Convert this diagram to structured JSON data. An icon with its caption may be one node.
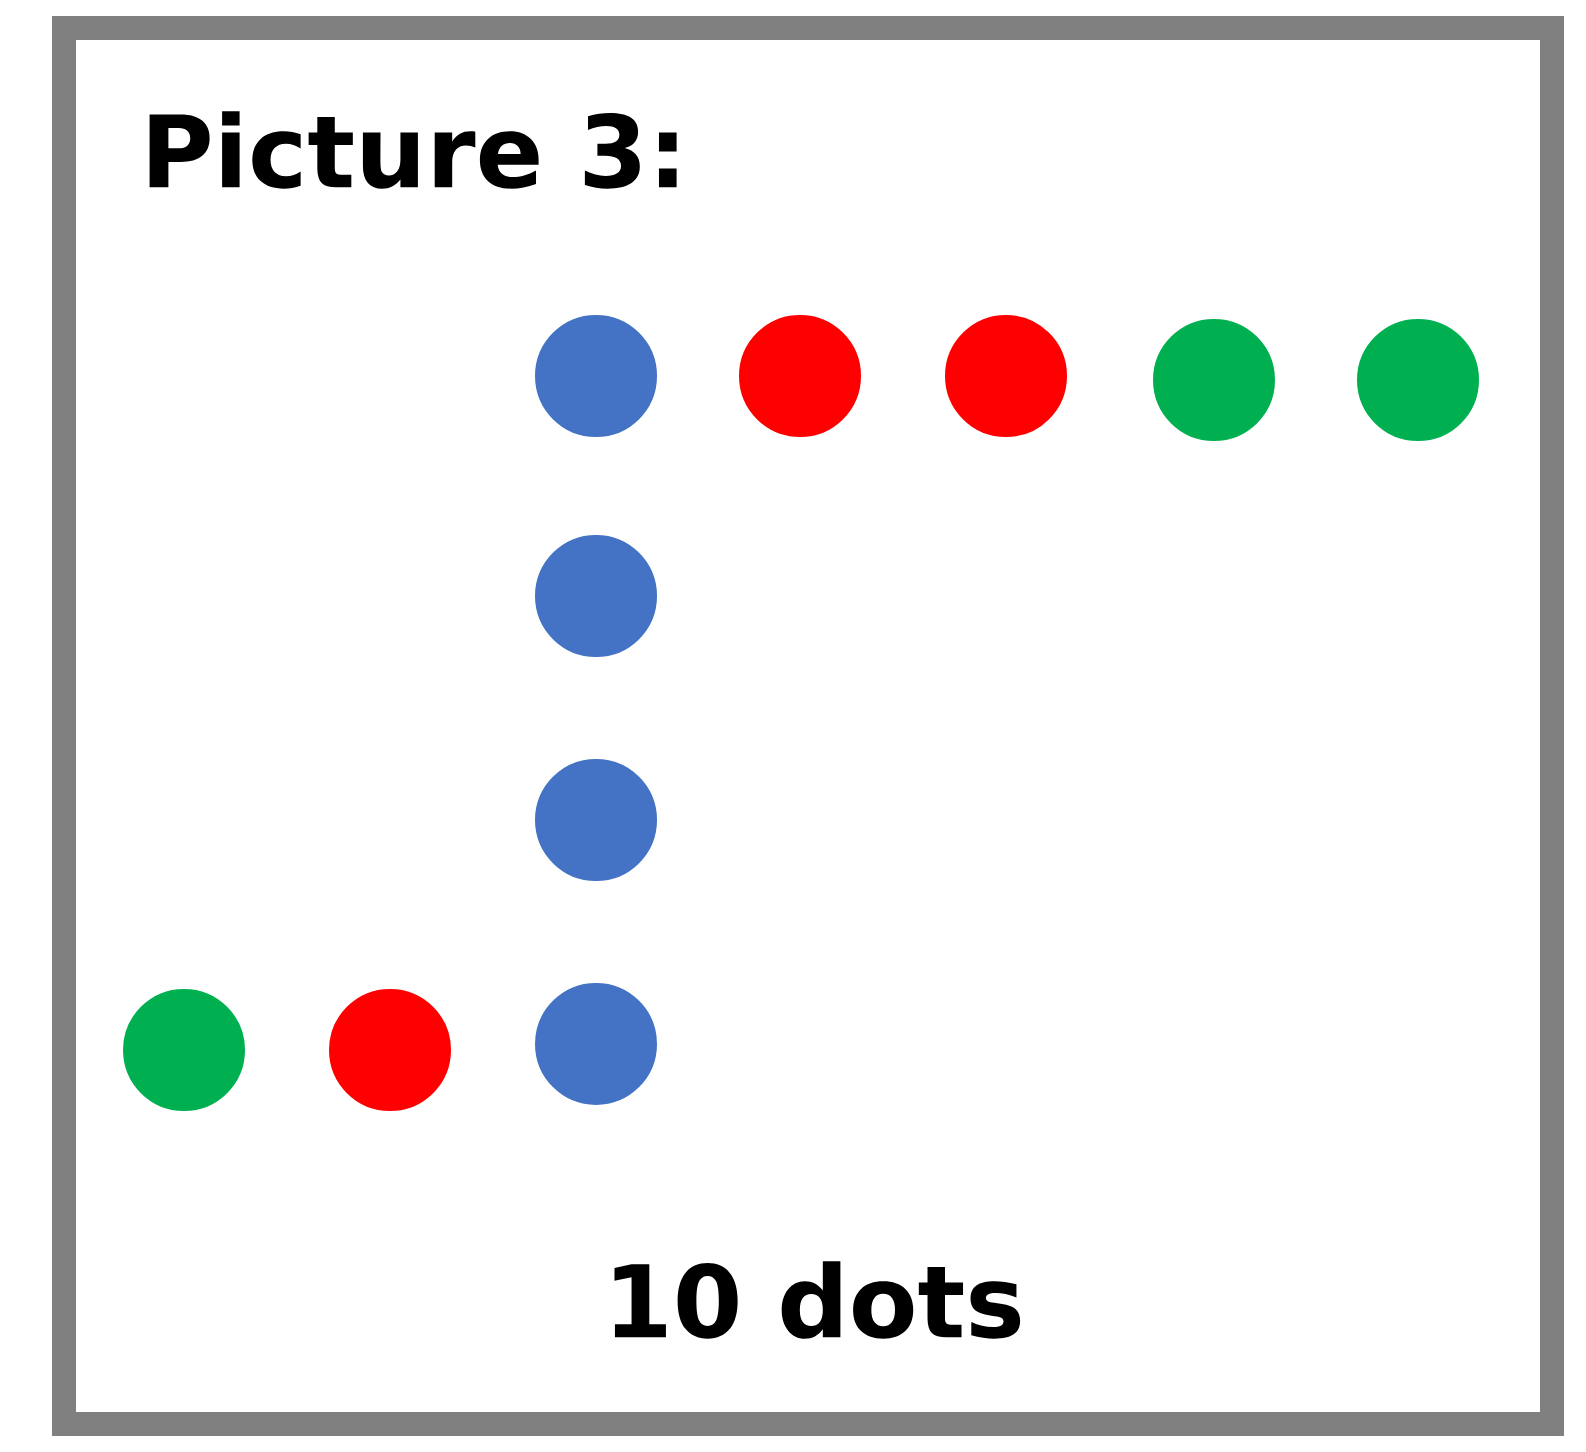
{
  "diagram": {
    "title": "Picture 3:",
    "nodes": [
      {
        "text": [],
        "shape": "circle"
      },
      {
        "text": [],
        "shape": "circle"
      },
      {
        "text": [],
        "shape": "circle"
      },
      {
        "text": [],
        "shape": "circle"
      },
      {
        "text": [],
        "shape": "circle"
      },
      {
        "text": [],
        "shape": "circle"
      },
      {
        "text": [],
        "shape": "circle"
      },
      {
        "text": [],
        "shape": "circle"
      },
      {
        "text": [],
        "shape": "circle"
      },
      {
        "text": [],
        "shape": "circle"
      }
    ],
    "labels": [
      "10 dots"
    ]
  }
}
